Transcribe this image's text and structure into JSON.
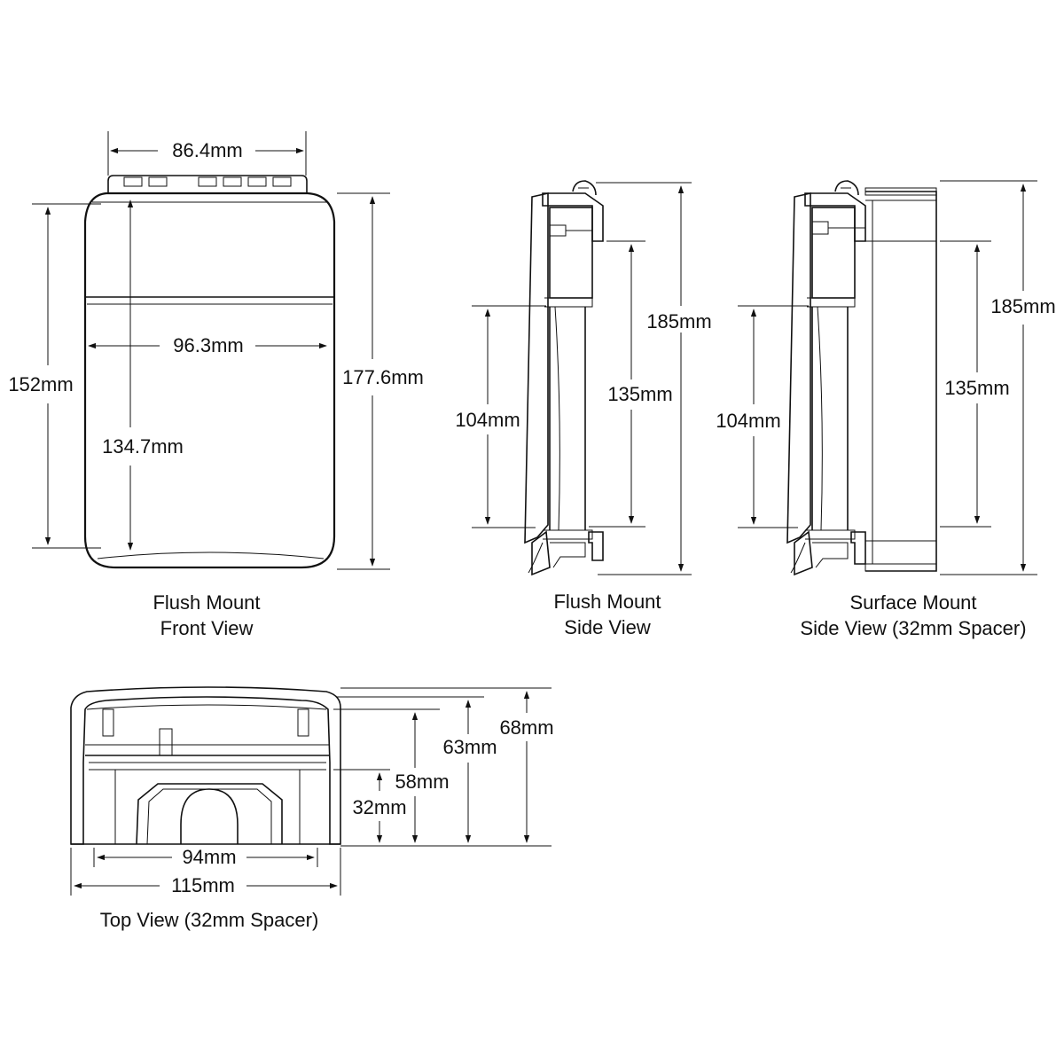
{
  "views": {
    "front": {
      "caption_line1": "Flush Mount",
      "caption_line2": "Front View",
      "dims": {
        "width_top": "86.4mm",
        "width_inner": "96.3mm",
        "height_left": "152mm",
        "height_inner": "134.7mm",
        "height_right": "177.6mm"
      }
    },
    "flush_side": {
      "caption_line1": "Flush Mount",
      "caption_line2": "Side View",
      "dims": {
        "height_total": "185mm",
        "height_mid": "135mm",
        "height_left": "104mm"
      }
    },
    "surface_side": {
      "caption_line1": "Surface Mount",
      "caption_line2": "Side View (32mm Spacer)",
      "dims": {
        "height_total": "185mm",
        "height_mid": "135mm",
        "height_left": "104mm"
      }
    },
    "top": {
      "caption": "Top View (32mm Spacer)",
      "dims": {
        "h68": "68mm",
        "h63": "63mm",
        "h58": "58mm",
        "h32": "32mm",
        "w94": "94mm",
        "w115": "115mm"
      }
    }
  },
  "colors": {
    "line": "#111111",
    "background": "#ffffff"
  }
}
